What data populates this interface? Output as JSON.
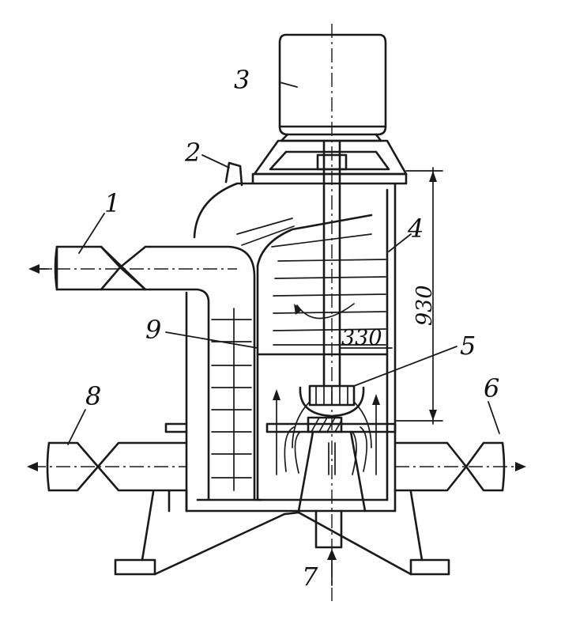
{
  "labels": {
    "l1": "1",
    "l2": "2",
    "l3": "3",
    "l4": "4",
    "l5": "5",
    "l6": "6",
    "l7": "7",
    "l8": "8",
    "l9": "9"
  },
  "dimensions": {
    "height": "930",
    "impeller_diameter": "330"
  },
  "colors": {
    "ink": "#1a1a1a",
    "paper": "#ffffff"
  }
}
